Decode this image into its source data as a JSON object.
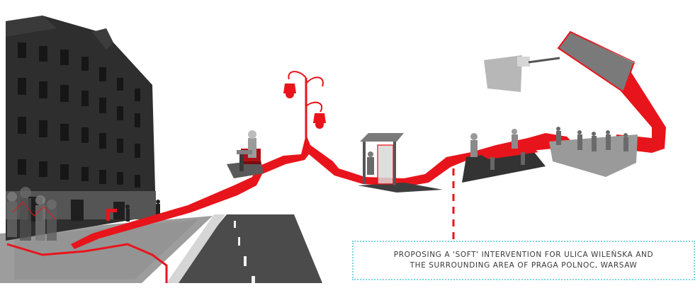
{
  "colors": {
    "accent_red": "#e8141b",
    "building_dark": "#2b2b2b",
    "pavement_gray": "#9a9a9a",
    "road_dark": "#4a4a4a",
    "caption_border": "#7fd3de",
    "caption_text": "#3a3a3a"
  },
  "caption": {
    "line1": "PROPOSING A 'SOFT' INTERVENTION FOR ULICA WILEŃSKA AND",
    "line2": "THE SURROUNDING AREA OF PRAGA POLNOC, WARSAW"
  },
  "icons": [
    "building-photo",
    "street-lamp-icon",
    "bench-icon",
    "bus-shelter-icon",
    "ping-pong-table-icon",
    "football-field-icon",
    "paving-stone-icon",
    "trowel-hand-icon"
  ]
}
